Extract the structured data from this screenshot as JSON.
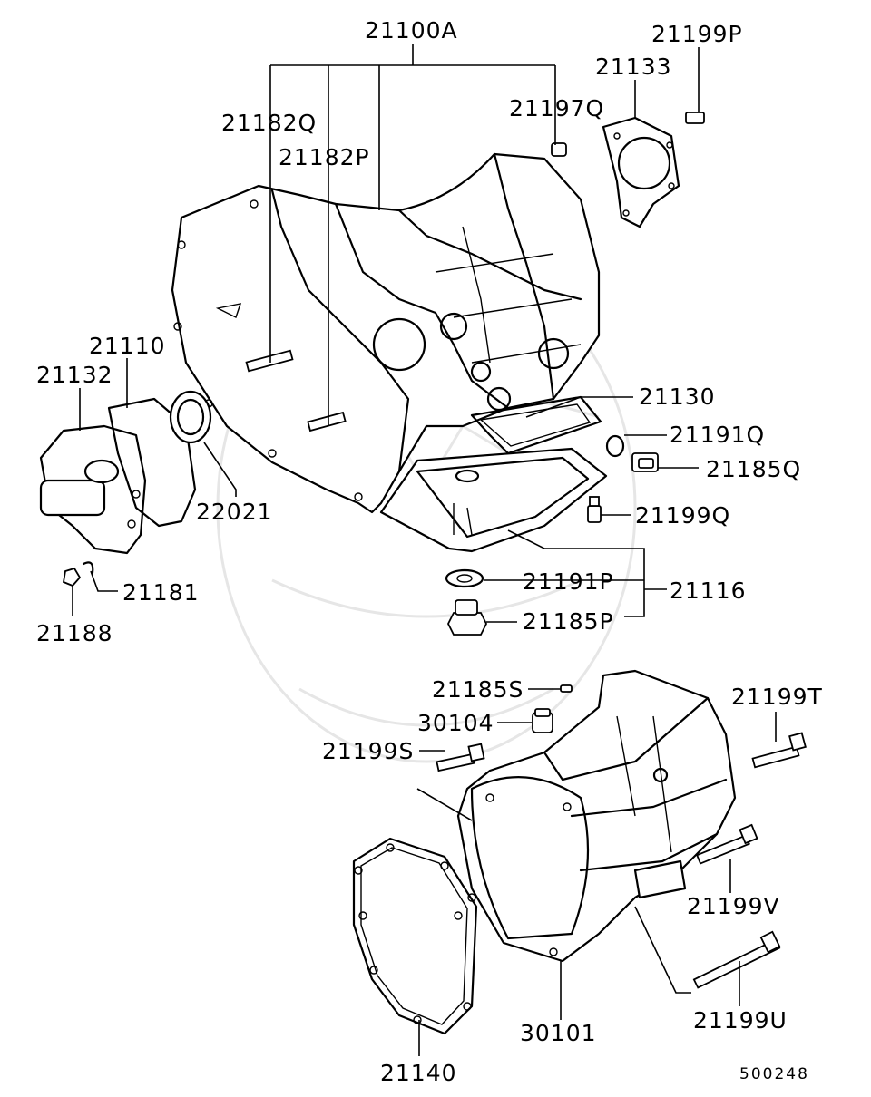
{
  "labels": {
    "l21100A": "21100A",
    "l21199P": "21199P",
    "l21133": "21133",
    "l21182Q": "21182Q",
    "l21197Q": "21197Q",
    "l21182P": "21182P",
    "l21110": "21110",
    "l21132": "21132",
    "l21130": "21130",
    "l21191Q": "21191Q",
    "l21185Q": "21185Q",
    "l22021": "22021",
    "l21199Q": "21199Q",
    "l21181": "21181",
    "l21191P": "21191P",
    "l21116": "21116",
    "l21188": "21188",
    "l21185P": "21185P",
    "l21185S": "21185S",
    "l21199T": "21199T",
    "l30104": "30104",
    "l21199S": "21199S",
    "l21199V": "21199V",
    "l21199U": "21199U",
    "l30101": "30101",
    "l21140": "21140"
  },
  "diagram_code": "500248"
}
